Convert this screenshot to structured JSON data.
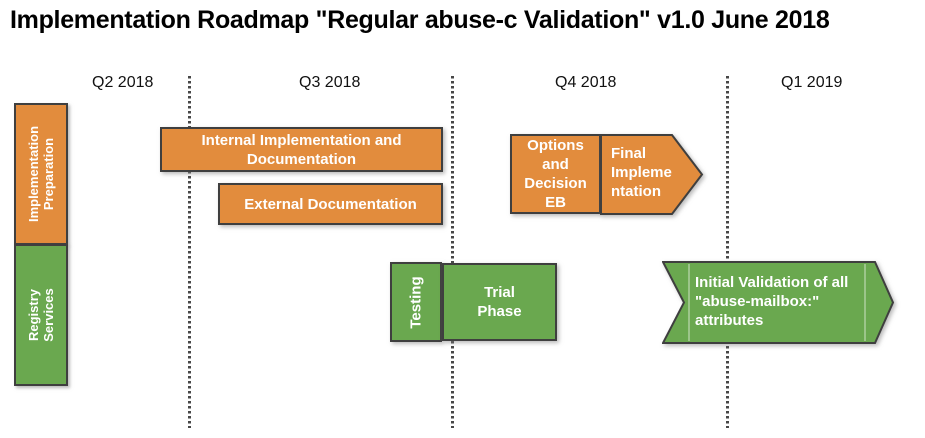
{
  "title": "Implementation Roadmap \"Regular abuse-c Validation\" v1.0  June 2018",
  "timeline": {
    "quarters": [
      "Q2 2018",
      "Q3 2018",
      "Q4 2018",
      "Q1 2019"
    ]
  },
  "lanes": {
    "implementation_preparation": {
      "label": "Implementation\nPreparation",
      "color": "#E28C3D"
    },
    "registry_services": {
      "label": "Registry\nServices",
      "color": "#6AA84F"
    }
  },
  "tasks": {
    "internal_implementation": {
      "label": "Internal Implementation and\nDocumentation",
      "color": "#E28C3D"
    },
    "external_documentation": {
      "label": "External Documentation",
      "color": "#E28C3D"
    },
    "options_decision_eb": {
      "label": "Options\nand\nDecision\nEB",
      "color": "#E28C3D"
    },
    "final_implementation": {
      "label": "Final Implementation",
      "color": "#E28C3D"
    },
    "testing": {
      "label": "Testing",
      "color": "#6AA84F"
    },
    "trial_phase": {
      "label": "Trial\nPhase",
      "color": "#6AA84F"
    },
    "initial_validation": {
      "label": "Initial Validation of all\n\"abuse-mailbox:\"\nattributes",
      "color": "#6AA84F"
    }
  },
  "colors": {
    "orange": "#E28C3D",
    "green": "#6AA84F",
    "border": "#3F3F3F",
    "divider": "#474747",
    "title_text": "#000000",
    "bar_text": "#FFFFFF"
  }
}
